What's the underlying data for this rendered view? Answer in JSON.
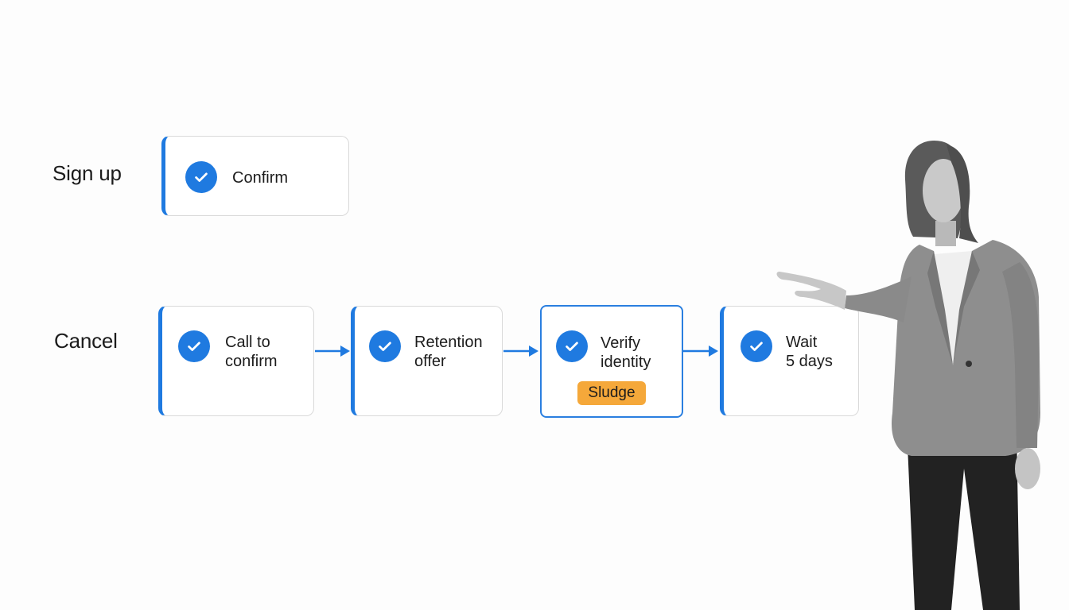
{
  "rows": {
    "signup": {
      "label": "Sign up"
    },
    "cancel": {
      "label": "Cancel"
    }
  },
  "cards": {
    "confirm": {
      "text": "Confirm"
    },
    "call": {
      "text": "Call to\nconfirm"
    },
    "retention": {
      "text": "Retention\noffer"
    },
    "verify": {
      "text": "Verify\nidentity",
      "badge": "Sludge"
    },
    "wait": {
      "text": "Wait\n5 days"
    }
  },
  "colors": {
    "accent": "#1f7ae0",
    "badge": "#f5a83a",
    "card_border": "#d9d9d9"
  },
  "icons": {
    "step": "check-circle-icon",
    "connector": "arrow-right-icon"
  }
}
